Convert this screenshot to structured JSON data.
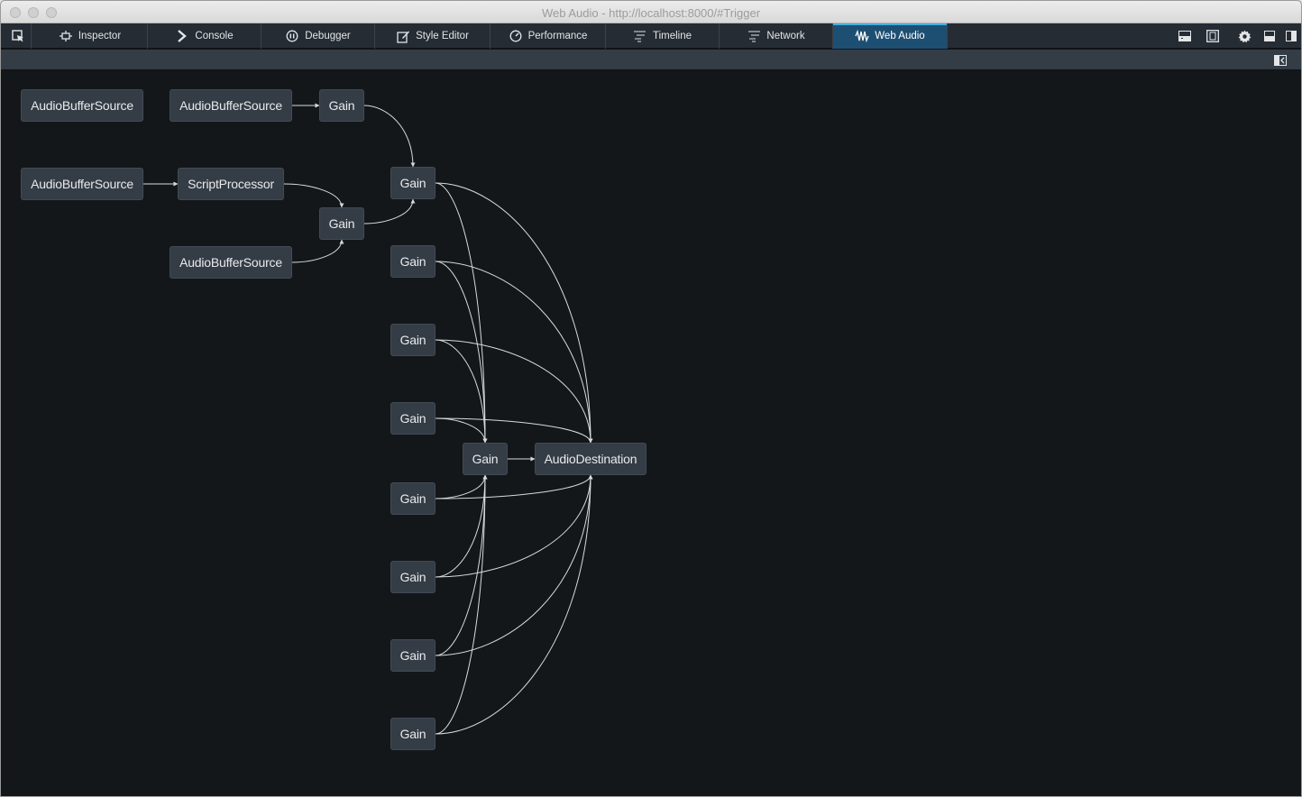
{
  "window": {
    "title": "Web Audio - http://localhost:8000/#Trigger"
  },
  "toolbar": {
    "tabs": [
      {
        "id": "inspector",
        "label": "Inspector",
        "icon": "inspector-icon"
      },
      {
        "id": "console",
        "label": "Console",
        "icon": "console-icon"
      },
      {
        "id": "debugger",
        "label": "Debugger",
        "icon": "debugger-icon"
      },
      {
        "id": "style-editor",
        "label": "Style Editor",
        "icon": "style-editor-icon"
      },
      {
        "id": "performance",
        "label": "Performance",
        "icon": "performance-icon"
      },
      {
        "id": "timeline",
        "label": "Timeline",
        "icon": "timeline-icon"
      },
      {
        "id": "network",
        "label": "Network",
        "icon": "network-icon"
      },
      {
        "id": "web-audio",
        "label": "Web Audio",
        "icon": "web-audio-icon",
        "selected": true
      }
    ],
    "right_buttons": [
      "split-console-icon",
      "responsive-mode-icon",
      "settings-gear-icon",
      "dock-bottom-icon",
      "dock-side-icon"
    ]
  },
  "colors": {
    "toolbar_bg": "#252c33",
    "selected_tab": "#1d4f73",
    "graph_bg": "#14171a",
    "node_bg": "#343c45",
    "edge": "#d8dbde"
  },
  "graph": {
    "nodes": [
      {
        "id": "n0",
        "label": "AudioBufferSource"
      },
      {
        "id": "n1",
        "label": "AudioBufferSource"
      },
      {
        "id": "n2",
        "label": "Gain"
      },
      {
        "id": "n3",
        "label": "AudioBufferSource"
      },
      {
        "id": "n4",
        "label": "ScriptProcessor"
      },
      {
        "id": "n5",
        "label": "Gain"
      },
      {
        "id": "n6",
        "label": "AudioBufferSource"
      },
      {
        "id": "n7",
        "label": "Gain"
      },
      {
        "id": "n8",
        "label": "Gain"
      },
      {
        "id": "n9",
        "label": "Gain"
      },
      {
        "id": "n10",
        "label": "Gain"
      },
      {
        "id": "n11",
        "label": "Gain"
      },
      {
        "id": "n12",
        "label": "Gain"
      },
      {
        "id": "n13",
        "label": "Gain"
      },
      {
        "id": "n14",
        "label": "Gain"
      },
      {
        "id": "n15",
        "label": "Gain"
      },
      {
        "id": "n16",
        "label": "AudioDestination"
      }
    ],
    "edges": [
      [
        "n1",
        "n2"
      ],
      [
        "n2",
        "n7"
      ],
      [
        "n3",
        "n4"
      ],
      [
        "n4",
        "n5"
      ],
      [
        "n6",
        "n5"
      ],
      [
        "n5",
        "n7"
      ],
      [
        "n7",
        "n15"
      ],
      [
        "n8",
        "n15"
      ],
      [
        "n9",
        "n15"
      ],
      [
        "n10",
        "n15"
      ],
      [
        "n11",
        "n15"
      ],
      [
        "n12",
        "n15"
      ],
      [
        "n13",
        "n15"
      ],
      [
        "n14",
        "n15"
      ],
      [
        "n7",
        "n16"
      ],
      [
        "n8",
        "n16"
      ],
      [
        "n9",
        "n16"
      ],
      [
        "n10",
        "n16"
      ],
      [
        "n11",
        "n16"
      ],
      [
        "n12",
        "n16"
      ],
      [
        "n13",
        "n16"
      ],
      [
        "n14",
        "n16"
      ],
      [
        "n15",
        "n16"
      ]
    ]
  }
}
